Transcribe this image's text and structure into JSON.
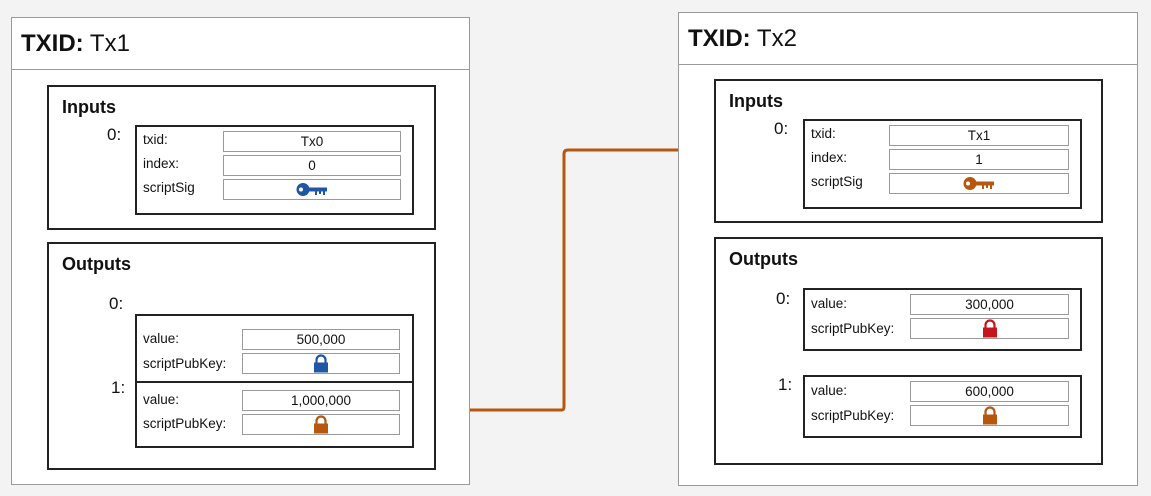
{
  "tx1": {
    "txid_label": "TXID:",
    "txid_value": "Tx1",
    "inputs_title": "Inputs",
    "outputs_title": "Outputs",
    "input0": {
      "index_label": "0:",
      "txid_label": "txid:",
      "txid_value": "Tx0",
      "index_field_label": "index:",
      "index_value": "0",
      "scriptsig_label": "scriptSig",
      "key_icon": "key-icon",
      "key_color": "#1f57a4"
    },
    "output0": {
      "index_label": "0:",
      "value_label": "value:",
      "value": "500,000",
      "pubkey_label": "scriptPubKey:",
      "lock_icon": "lock-icon",
      "lock_color": "#1f57a4"
    },
    "output1": {
      "index_label": "1:",
      "value_label": "value:",
      "value": "1,000,000",
      "pubkey_label": "scriptPubKey:",
      "lock_icon": "lock-icon",
      "lock_color": "#b5570f"
    }
  },
  "tx2": {
    "txid_label": "TXID:",
    "txid_value": "Tx2",
    "inputs_title": "Inputs",
    "outputs_title": "Outputs",
    "input0": {
      "index_label": "0:",
      "txid_label": "txid:",
      "txid_value": "Tx1",
      "index_field_label": "index:",
      "index_value": "1",
      "scriptsig_label": "scriptSig",
      "key_icon": "key-icon",
      "key_color": "#b5570f"
    },
    "output0": {
      "index_label": "0:",
      "value_label": "value:",
      "value": "300,000",
      "pubkey_label": "scriptPubKey:",
      "lock_icon": "lock-icon",
      "lock_color": "#c4161c"
    },
    "output1": {
      "index_label": "1:",
      "value_label": "value:",
      "value": "600,000",
      "pubkey_label": "scriptPubKey:",
      "lock_icon": "lock-icon",
      "lock_color": "#b5570f"
    }
  },
  "connector": {
    "from": "tx1.output1",
    "to": "tx2.input0",
    "color": "#b5570f"
  }
}
